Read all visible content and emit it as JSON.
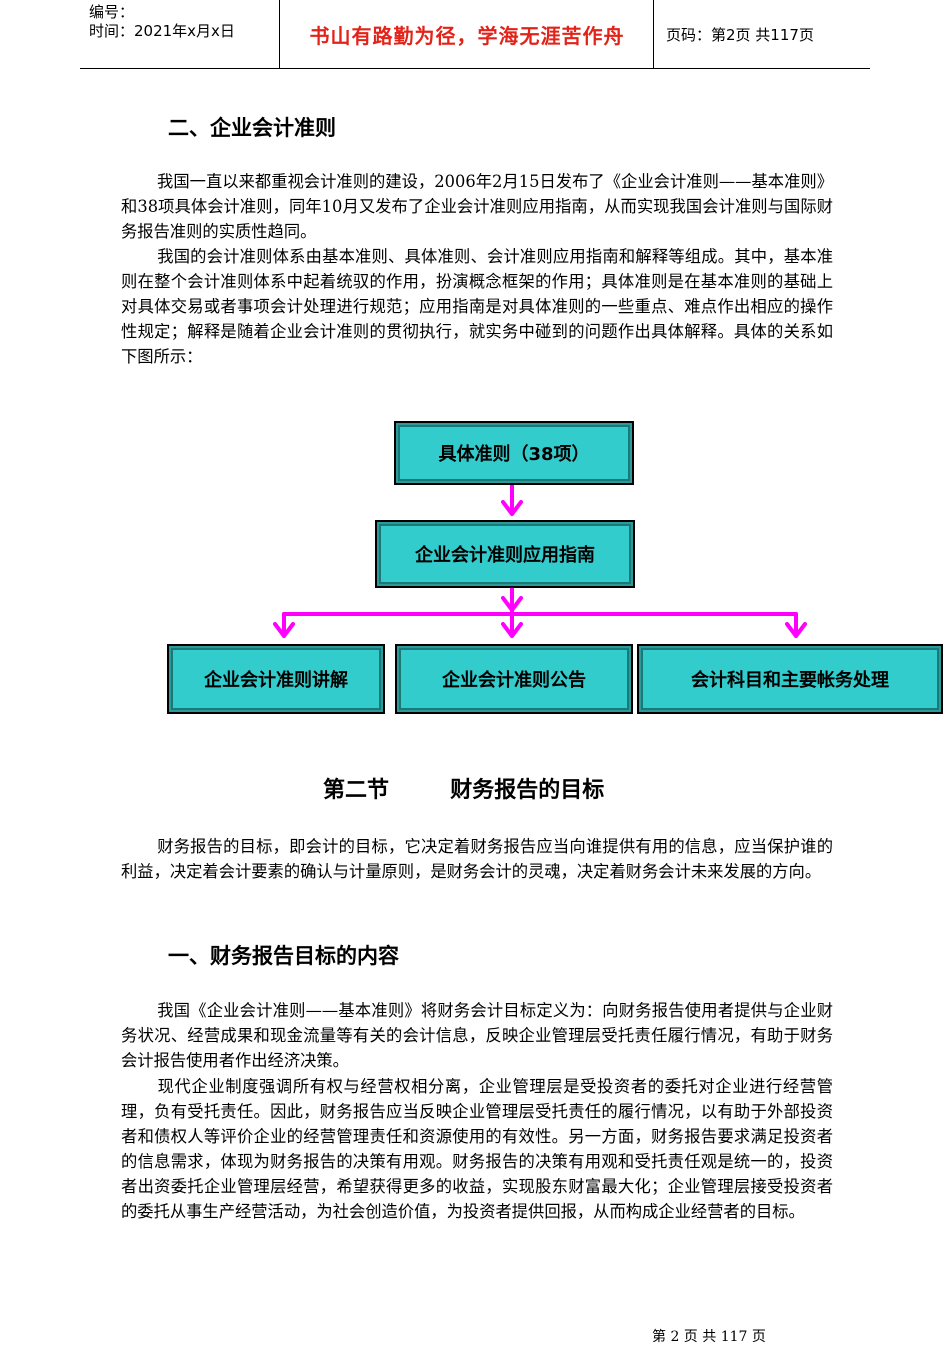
{
  "header": {
    "number_label": "编号：",
    "time_label": "时间：2021年x月x日",
    "motto": "书山有路勤为径，学海无涯苦作舟",
    "page_info": "页码：第2页  共117页"
  },
  "section2_title": "二、企业会计准则",
  "para1": "我国一直以来都重视会计准则的建设，2006年2月15日发布了《企业会计准则——基本准则》和38项具体会计准则，同年10月又发布了企业会计准则应用指南，从而实现我国会计准则与国际财务报告准则的实质性趋同。",
  "para2": "我国的会计准则体系由基本准则、具体准则、会计准则应用指南和解释等组成。其中，基本准则在整个会计准则体系中起着统驭的作用，扮演概念框架的作用；具体准则是在基本准则的基础上对具体交易或者事项会计处理进行规范；应用指南是对具体准则的一些重点、难点作出相应的操作性规定；解释是随着企业会计准则的贯彻执行，就实务中碰到的问题作出具体解释。具体的关系如下图所示：",
  "diagram": {
    "box_top": "具体准则（38项）",
    "box_mid": "企业会计准则应用指南",
    "box_left": "企业会计准则讲解",
    "box_center": "企业会计准则公告",
    "box_right": "会计科目和主要帐务处理",
    "arrow_color": "#ff00ff",
    "box_color": "#33cccc"
  },
  "section_title": "第二节        财务报告的目标",
  "para3": "财务报告的目标，即会计的目标，它决定着财务报告应当向谁提供有用的信息，应当保护谁的利益，决定着会计要素的确认与计量原则，是财务会计的灵魂，决定着财务会计未来发展的方向。",
  "sub1_title": "一、财务报告目标的内容",
  "para4": "我国《企业会计准则——基本准则》将财务会计目标定义为：向财务报告使用者提供与企业财务状况、经营成果和现金流量等有关的会计信息，反映企业管理层受托责任履行情况，有助于财务会计报告使用者作出经济决策。",
  "para5": "现代企业制度强调所有权与经营权相分离，企业管理层是受投资者的委托对企业进行经营管理，负有受托责任。因此，财务报告应当反映企业管理层受托责任的履行情况，以有助于外部投资者和债权人等评价企业的经营管理责任和资源使用的有效性。另一方面，财务报告要求满足投资者的信息需求，体现为财务报告的决策有用观。财务报告的决策有用观和受托责任观是统一的，投资者出资委托企业管理层经营，希望获得更多的收益，实现股东财富最大化；企业管理层接受投资者的委托从事生产经营活动，为社会创造价值，为投资者提供回报，从而构成企业经营者的目标。",
  "footer": "第 2 页 共 117 页"
}
